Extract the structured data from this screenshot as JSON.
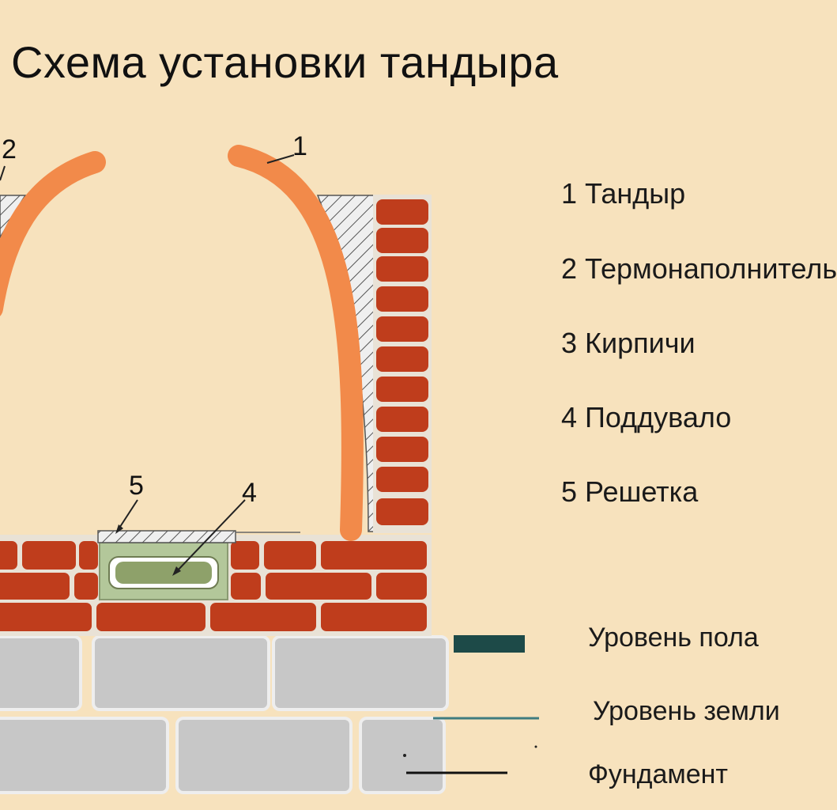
{
  "title": "Схема установки тандыра",
  "callouts": {
    "c1": "1",
    "c2": "2",
    "c4": "4",
    "c5": "5"
  },
  "legend": [
    {
      "label": "1 Тандыр"
    },
    {
      "label": "2 Термонаполнитель"
    },
    {
      "label": "3 Кирпичи"
    },
    {
      "label": "4 Поддувало"
    },
    {
      "label": "5 Решетка"
    }
  ],
  "levels": {
    "floor": "Уровень пола",
    "ground": "Уровень земли",
    "foundation": "Фундамент"
  },
  "colors": {
    "background": "#f7e2bd",
    "tandyr": "#f28a4a",
    "brick": "#bf3d1c",
    "block": "#c7c7c7",
    "floor_marker": "#1d4a48",
    "ground_marker": "#3f7c80",
    "ash_pit": "#b3c79a"
  }
}
